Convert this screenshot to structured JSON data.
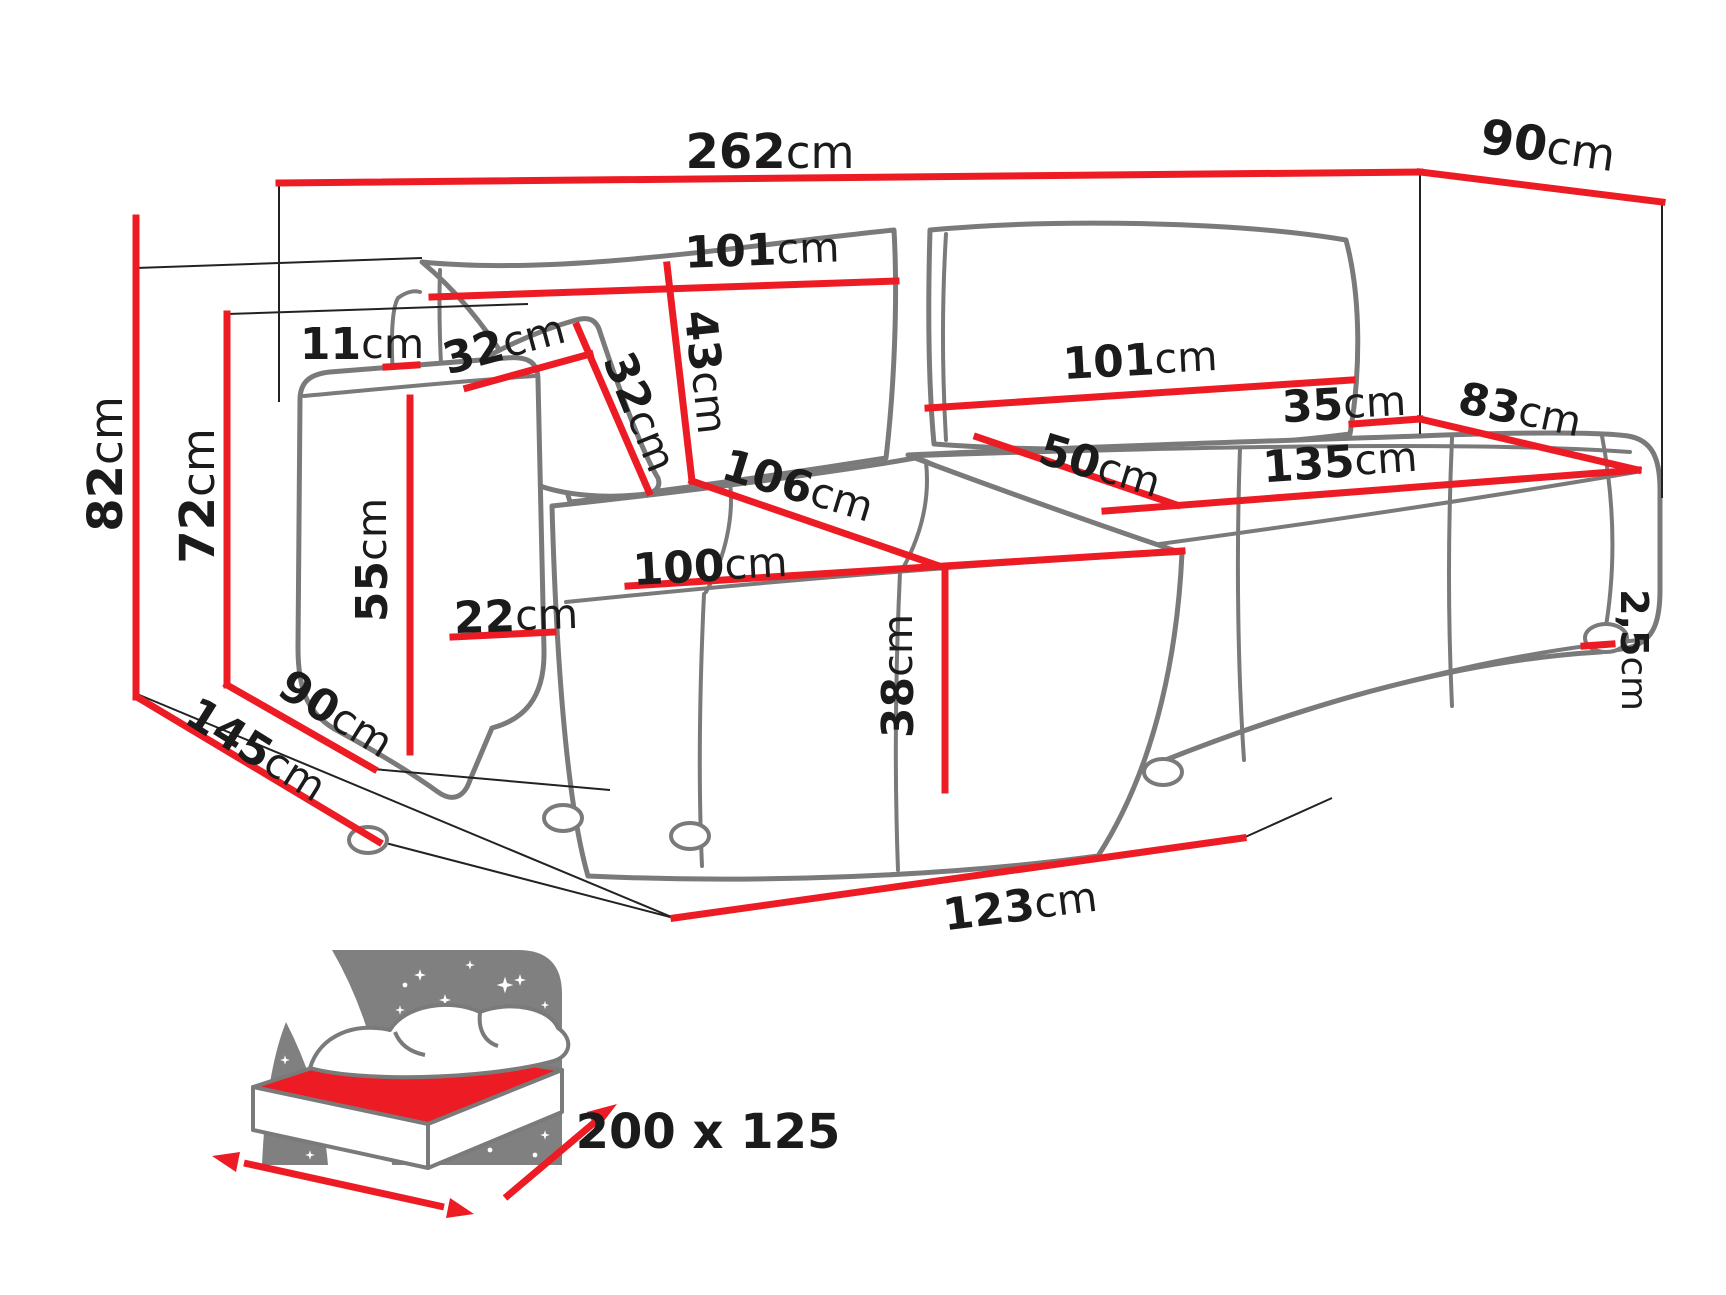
{
  "colors": {
    "dimension_red": "#ED1C24",
    "outline_gray": "#7A7A7A",
    "construction_black": "#222222",
    "label_black": "#1B1B1B",
    "icon_gray": "#808080"
  },
  "dims": {
    "total_width": {
      "value": "262",
      "unit": "cm"
    },
    "total_depth": {
      "value": "90",
      "unit": "cm"
    },
    "back_cushion_left": {
      "value": "101",
      "unit": "cm"
    },
    "back_cushion_right": {
      "value": "101",
      "unit": "cm"
    },
    "back_gap": {
      "value": "11",
      "unit": "cm"
    },
    "small_pillow_width": {
      "value": "32",
      "unit": "cm"
    },
    "small_pillow_side": {
      "value": "32",
      "unit": "cm"
    },
    "backrest_height": {
      "value": "43",
      "unit": "cm"
    },
    "corner_seat_width": {
      "value": "35",
      "unit": "cm"
    },
    "end_seat_depth": {
      "value": "83",
      "unit": "cm"
    },
    "middle_seat_width": {
      "value": "50",
      "unit": "cm"
    },
    "right_seat_width": {
      "value": "135",
      "unit": "cm"
    },
    "corner_diagonal": {
      "value": "106",
      "unit": "cm"
    },
    "left_seat_width": {
      "value": "100",
      "unit": "cm"
    },
    "armrest_width": {
      "value": "22",
      "unit": "cm"
    },
    "armrest_height": {
      "value": "55",
      "unit": "cm"
    },
    "total_height": {
      "value": "82",
      "unit": "cm"
    },
    "backrest_frame_height": {
      "value": "72",
      "unit": "cm"
    },
    "body_depth": {
      "value": "90",
      "unit": "cm"
    },
    "chaise_depth": {
      "value": "145",
      "unit": "cm"
    },
    "seat_height": {
      "value": "38",
      "unit": "cm"
    },
    "chaise_length": {
      "value": "123",
      "unit": "cm"
    },
    "leg_height": {
      "value": "2,5",
      "unit": "cm"
    }
  },
  "sleeping_area": {
    "value": "200 x 125"
  }
}
